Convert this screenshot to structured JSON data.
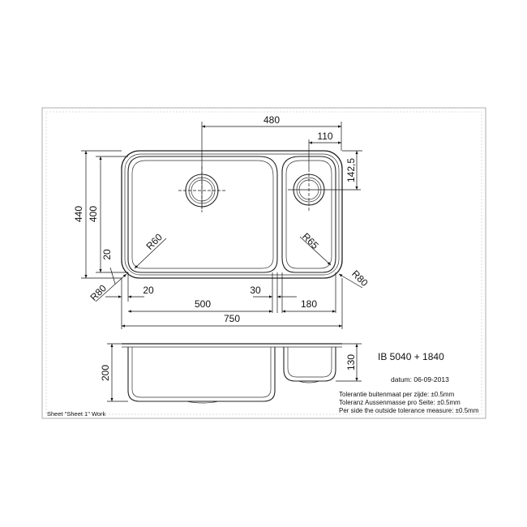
{
  "dimensions": {
    "d480": "480",
    "d110": "110",
    "d142_5": "142,5",
    "d440": "440",
    "d400": "400",
    "d20_left": "20",
    "r60_main": "R60",
    "r65": "R65",
    "r80_right": "R80",
    "r80_left": "R80",
    "d20_bottom": "20",
    "d30": "30",
    "d500": "500",
    "d180": "180",
    "d750": "750",
    "d200": "200",
    "d130": "130"
  },
  "title_block": {
    "model": "IB 5040 + 1840",
    "date": "datum: 06-09-2013",
    "tolerance_nl": "Tolerantie buitenmaat per zijde: ±0.5mm",
    "tolerance_de": "Toleranz Aussenmasse pro Seite: ±0.5mm",
    "tolerance_en": "Per side the outside tolerance measure: ±0.5mm",
    "sheet": "Sheet \"Sheet 1\" Work"
  }
}
